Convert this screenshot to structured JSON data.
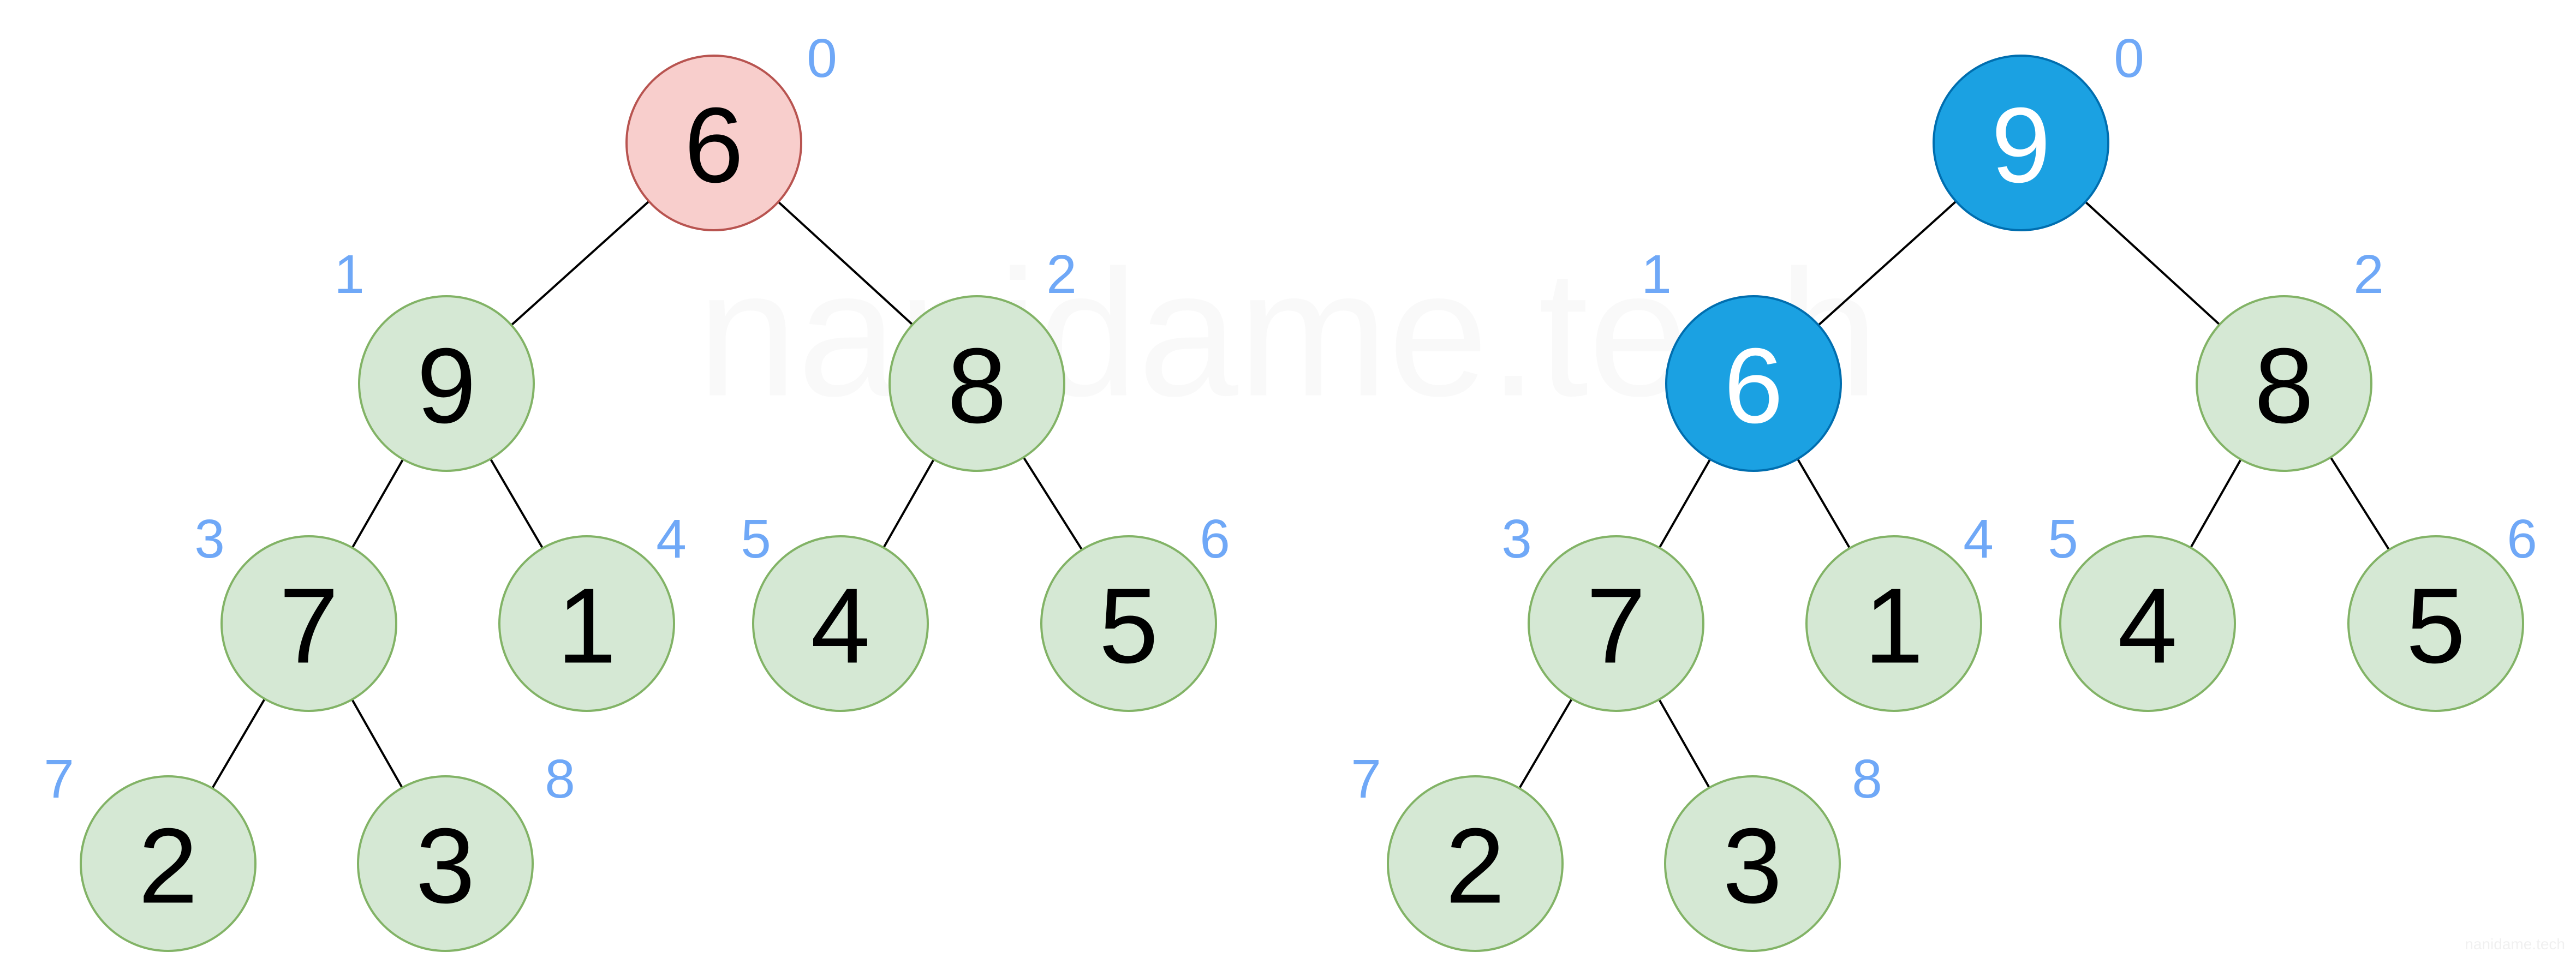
{
  "watermark": "nanidame.tech",
  "colors": {
    "edge": "#000000",
    "index_label": "#6fa8f7",
    "normal_fill": "#d5e8d4",
    "normal_stroke": "#82b366",
    "normal_text": "#000000",
    "highlight_red_fill": "#f8cecc",
    "highlight_red_stroke": "#b85450",
    "highlight_blue_fill": "#1ba1e2",
    "highlight_blue_stroke": "#006eaf",
    "highlight_blue_text": "#ffffff"
  },
  "trees": [
    {
      "name": "before-heapify",
      "nodes": [
        {
          "index": "0",
          "value": "6",
          "style": "red"
        },
        {
          "index": "1",
          "value": "9",
          "style": "normal"
        },
        {
          "index": "2",
          "value": "8",
          "style": "normal"
        },
        {
          "index": "3",
          "value": "7",
          "style": "normal"
        },
        {
          "index": "4",
          "value": "1",
          "style": "normal"
        },
        {
          "index": "5",
          "value": "4",
          "style": "normal"
        },
        {
          "index": "6",
          "value": "5",
          "style": "normal"
        },
        {
          "index": "7",
          "value": "2",
          "style": "normal"
        },
        {
          "index": "8",
          "value": "3",
          "style": "normal"
        }
      ]
    },
    {
      "name": "after-swap",
      "nodes": [
        {
          "index": "0",
          "value": "9",
          "style": "blue"
        },
        {
          "index": "1",
          "value": "6",
          "style": "blue"
        },
        {
          "index": "2",
          "value": "8",
          "style": "normal"
        },
        {
          "index": "3",
          "value": "7",
          "style": "normal"
        },
        {
          "index": "4",
          "value": "1",
          "style": "normal"
        },
        {
          "index": "5",
          "value": "4",
          "style": "normal"
        },
        {
          "index": "6",
          "value": "5",
          "style": "normal"
        },
        {
          "index": "7",
          "value": "2",
          "style": "normal"
        },
        {
          "index": "8",
          "value": "3",
          "style": "normal"
        }
      ]
    }
  ]
}
